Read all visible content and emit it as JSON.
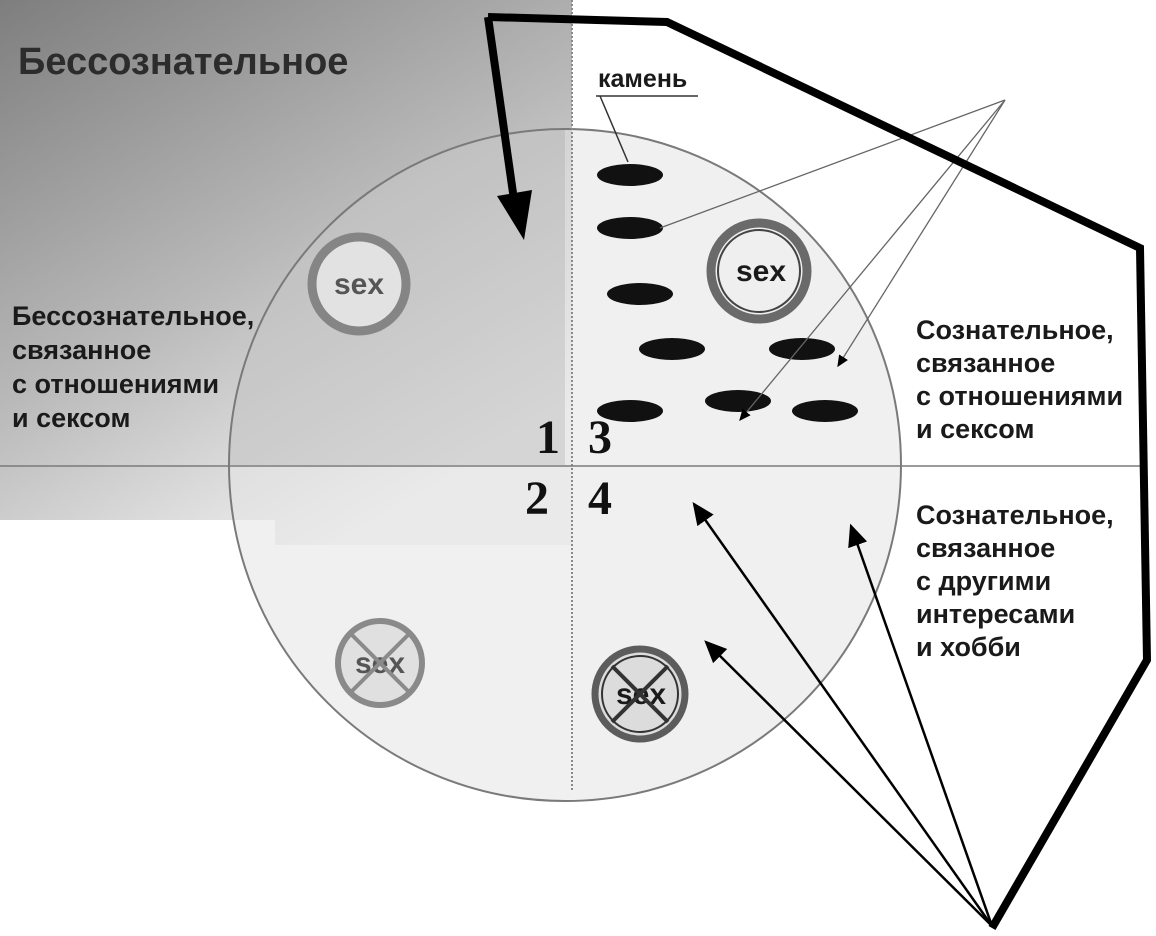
{
  "title": "Бессознательное",
  "stone_label": "камень",
  "icons": {
    "sex_text": "sex"
  },
  "left_label": [
    "Бессознательное,",
    "связанное",
    "с отношениями",
    "и сексом"
  ],
  "right_top_label": [
    "Сознательное,",
    "связанное",
    "с отношениями",
    "и сексом"
  ],
  "right_bottom_label": [
    "Сознательное,",
    "связанное",
    "с другими",
    "интересами",
    "и хобби"
  ],
  "quadrants": [
    "1",
    "2",
    "3",
    "4"
  ],
  "colors": {
    "unconscious_dark": "#8a8a8a",
    "circle_fill": "#e6e6e6",
    "stone": "#111111",
    "outline": "#000000"
  }
}
